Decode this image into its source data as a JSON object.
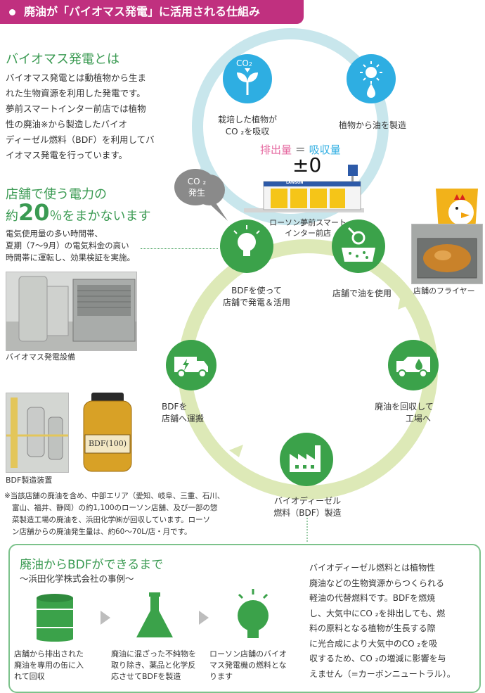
{
  "banner": {
    "title": "廃油が「バイオマス発電」に活用される仕組み"
  },
  "intro": {
    "heading": "バイオマス発電とは",
    "lines": [
      "バイオマス発電とは動植物から生ま",
      "れた生物資源を利用した発電です。",
      "夢前スマートインター前店では植物",
      "性の廃油※から製造したバイオ",
      "ディーゼル燃料（BDF）を利用してバ",
      "イオマス発電を行っています。"
    ]
  },
  "power": {
    "heading_a": "店舗で使う電力の",
    "heading_b_pre": "約",
    "heading_b_num": "20",
    "heading_b_post": "％をまかないます",
    "lines": [
      "電気使用量の多い時間帯、",
      "夏期（7〜9月）の電気料金の高い",
      "時間帯に運転し、効果検証を実施。"
    ]
  },
  "photos": {
    "biomass_caption": "バイオマス発電設備",
    "bdf_caption": "BDF製造装置",
    "bottle_label": "BDF(100)",
    "fryer_caption": "店舗のフライヤー"
  },
  "footnote": {
    "lines": [
      "※当該店舗の廃油を含め、中部エリア（愛知、岐阜、三重、石川、",
      "富山、福井、静岡）の約1,100のローソン店舗、及び一部の惣",
      "菜製造工場の廃油を、浜田化学㈱が回収しています。ローソ",
      "ン店舗からの廃油発生量は、約60〜70L/店・月です。"
    ]
  },
  "cycle": {
    "co2_top": "CO",
    "co2_sub": "2",
    "plant_label": [
      "栽培した植物が",
      "CO ₂を吸収"
    ],
    "oil_label": "植物から油を製造",
    "emission": "排出量",
    "equals": "＝",
    "absorption": "吸収量",
    "balance": "±0",
    "store_label": [
      "ローソン夢前スマート",
      "インター前店"
    ],
    "store_sign": "LAWSON",
    "co2_cloud": [
      "CO ₂",
      "発生"
    ],
    "use_oil_label": "店舗で油を使用",
    "power_label": [
      "BDFを使って",
      "店舗で発電＆活用"
    ],
    "transport_label": [
      "BDFを",
      "店舗へ運搬"
    ],
    "collect_label": [
      "廃油を回収して",
      "工場へ"
    ],
    "factory_label": [
      "バイオディーゼル",
      "燃料（BDF）製造"
    ]
  },
  "process": {
    "heading": "廃油からBDFができるまで",
    "subheading": "〜浜田化学株式会社の事例〜",
    "step1": [
      "店舗から排出された",
      "廃油を専用の缶に入",
      "れて回収"
    ],
    "step2": [
      "廃油に混ざった不純物を",
      "取り除き、薬品と化学反",
      "応させてBDFを製造"
    ],
    "step3": [
      "ローソン店舗のバイオ",
      "マス発電機の燃料とな",
      "ります"
    ],
    "explain": [
      "バイオディーゼル燃料とは植物性",
      "廃油などの生物資源からつくられる",
      "軽油の代替燃料です。BDFを燃焼",
      "し、大気中にCO ₂を排出しても、燃",
      "料の原料となる植物が生長する際",
      "に光合成により大気中のCO ₂を吸",
      "収するため、CO ₂の増減に影響を与",
      "えません（=カーボンニュートラル）。"
    ]
  },
  "colors": {
    "magenta": "#c0307f",
    "green": "#3ba24a",
    "blue": "#2eaee2",
    "pink": "#e5679f"
  }
}
